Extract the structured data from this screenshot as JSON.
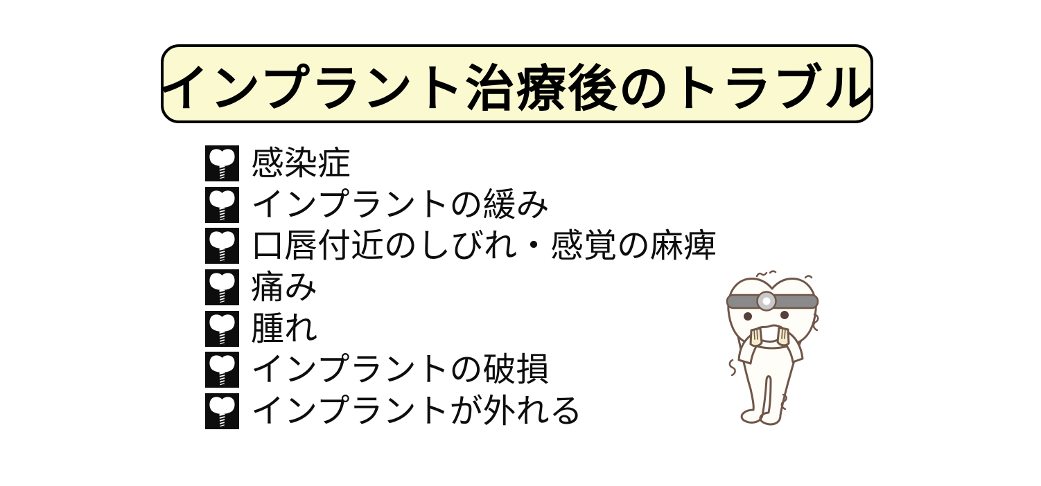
{
  "title": "インプラント治療後のトラブル",
  "list": {
    "items": [
      "感染症",
      "インプラントの緩み",
      "口唇付近のしびれ・感覚の麻痺",
      "痛み",
      "腫れ",
      "インプラントの破損",
      "インプラントが外れる"
    ]
  },
  "icons": {
    "bullet": "tooth-implant-icon",
    "mascot": "worried-tooth-mascot"
  },
  "colors": {
    "banner_bg": "#FAF9D0",
    "banner_border": "#000000",
    "text": "#0d0d0d",
    "bullet_bg": "#0d0d0d",
    "bullet_glyph": "#ffffff",
    "mascot_outline": "#6F5648",
    "mascot_body": "#FFFDF7",
    "mascot_headband": "#8A8A8A",
    "mascot_mirror": "#C9C9C9",
    "mascot_hands": "#F4EDCD",
    "mascot_eyes": "#55413A"
  }
}
